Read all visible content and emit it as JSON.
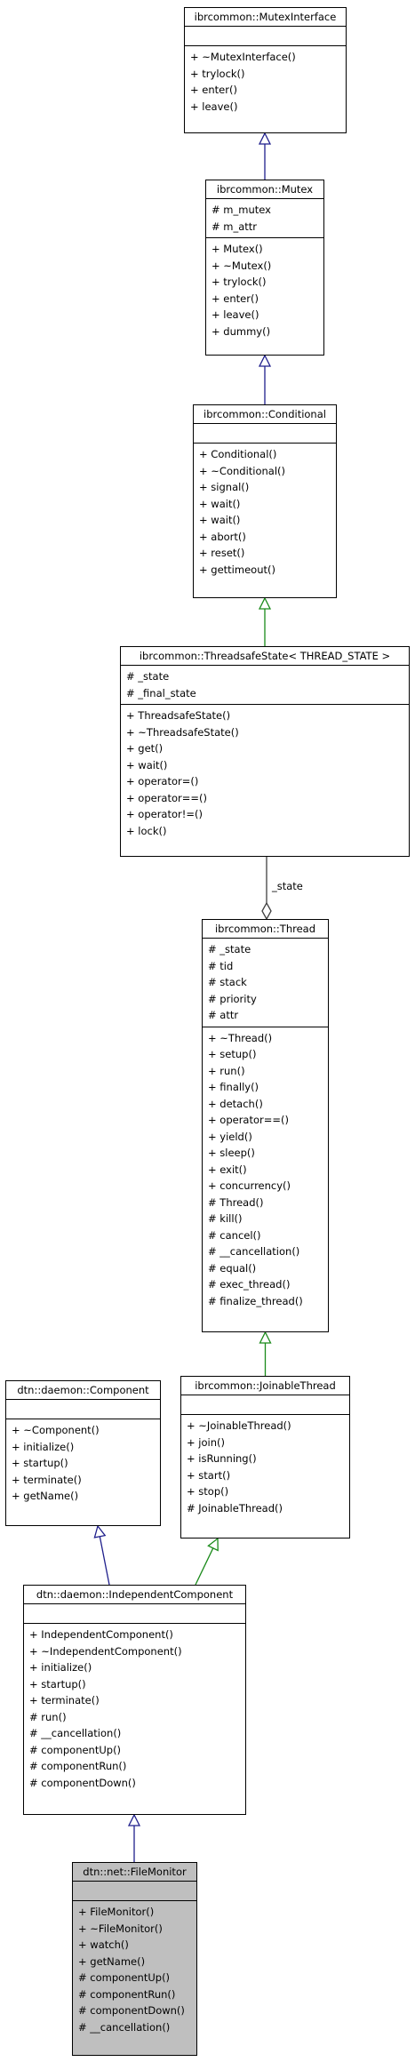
{
  "colors": {
    "generalization": "#1f1f8c",
    "template": "#1a8a1a",
    "usage": "#404040",
    "highlight_fill": "#bfbfbf"
  },
  "classes": [
    {
      "id": "mutex-interface",
      "title": "ibrcommon::MutexInterface",
      "attributes": [],
      "operations": [
        "+ ~MutexInterface()",
        "+ trylock()",
        "+ enter()",
        "+ leave()"
      ]
    },
    {
      "id": "mutex",
      "title": "ibrcommon::Mutex",
      "attributes": [
        "# m_mutex",
        "# m_attr"
      ],
      "operations": [
        "+ Mutex()",
        "+ ~Mutex()",
        "+ trylock()",
        "+ enter()",
        "+ leave()",
        "+ dummy()"
      ]
    },
    {
      "id": "conditional",
      "title": "ibrcommon::Conditional",
      "attributes": [],
      "operations": [
        "+ Conditional()",
        "+ ~Conditional()",
        "+ signal()",
        "+ wait()",
        "+ wait()",
        "+ abort()",
        "+ reset()",
        "+ gettimeout()"
      ]
    },
    {
      "id": "threadsafe-state",
      "title": "ibrcommon::ThreadsafeState< THREAD_STATE >",
      "attributes": [
        "# _state",
        "# _final_state"
      ],
      "operations": [
        "+ ThreadsafeState()",
        "+ ~ThreadsafeState()",
        "+ get()",
        "+ wait()",
        "+ operator=()",
        "+ operator==()",
        "+ operator!=()",
        "+ lock()"
      ]
    },
    {
      "id": "thread",
      "title": "ibrcommon::Thread",
      "attributes": [
        "# _state",
        "# tid",
        "# stack",
        "# priority",
        "# attr"
      ],
      "operations": [
        "+ ~Thread()",
        "+ setup()",
        "+ run()",
        "+ finally()",
        "+ detach()",
        "+ operator==()",
        "+ yield()",
        "+ sleep()",
        "+ exit()",
        "+ concurrency()",
        "# Thread()",
        "# kill()",
        "# cancel()",
        "# __cancellation()",
        "# equal()",
        "# exec_thread()",
        "# finalize_thread()"
      ]
    },
    {
      "id": "component",
      "title": "dtn::daemon::Component",
      "attributes": [],
      "operations": [
        "+ ~Component()",
        "+ initialize()",
        "+ startup()",
        "+ terminate()",
        "+ getName()"
      ]
    },
    {
      "id": "joinable-thread",
      "title": "ibrcommon::JoinableThread",
      "attributes": [],
      "operations": [
        "+ ~JoinableThread()",
        "+ join()",
        "+ isRunning()",
        "+ start()",
        "+ stop()",
        "# JoinableThread()"
      ]
    },
    {
      "id": "independent-component",
      "title": "dtn::daemon::IndependentComponent",
      "attributes": [],
      "operations": [
        "+ IndependentComponent()",
        "+ ~IndependentComponent()",
        "+ initialize()",
        "+ startup()",
        "+ terminate()",
        "# run()",
        "# __cancellation()",
        "# componentUp()",
        "# componentRun()",
        "# componentDown()"
      ]
    },
    {
      "id": "file-monitor",
      "title": "dtn::net::FileMonitor",
      "attributes": [],
      "operations": [
        "+ FileMonitor()",
        "+ ~FileMonitor()",
        "+ watch()",
        "+ getName()",
        "# componentUp()",
        "# componentRun()",
        "# componentDown()",
        "# __cancellation()"
      ]
    }
  ],
  "edges": [
    {
      "from": "mutex",
      "to": "mutex-interface",
      "kind": "generalization"
    },
    {
      "from": "conditional",
      "to": "mutex",
      "kind": "generalization"
    },
    {
      "from": "threadsafe-state",
      "to": "conditional",
      "kind": "template"
    },
    {
      "from": "thread",
      "to": "threadsafe-state",
      "kind": "usage",
      "label": "_state"
    },
    {
      "from": "joinable-thread",
      "to": "thread",
      "kind": "template"
    },
    {
      "from": "independent-component",
      "to": "component",
      "kind": "generalization"
    },
    {
      "from": "independent-component",
      "to": "joinable-thread",
      "kind": "template"
    },
    {
      "from": "file-monitor",
      "to": "independent-component",
      "kind": "generalization"
    }
  ]
}
